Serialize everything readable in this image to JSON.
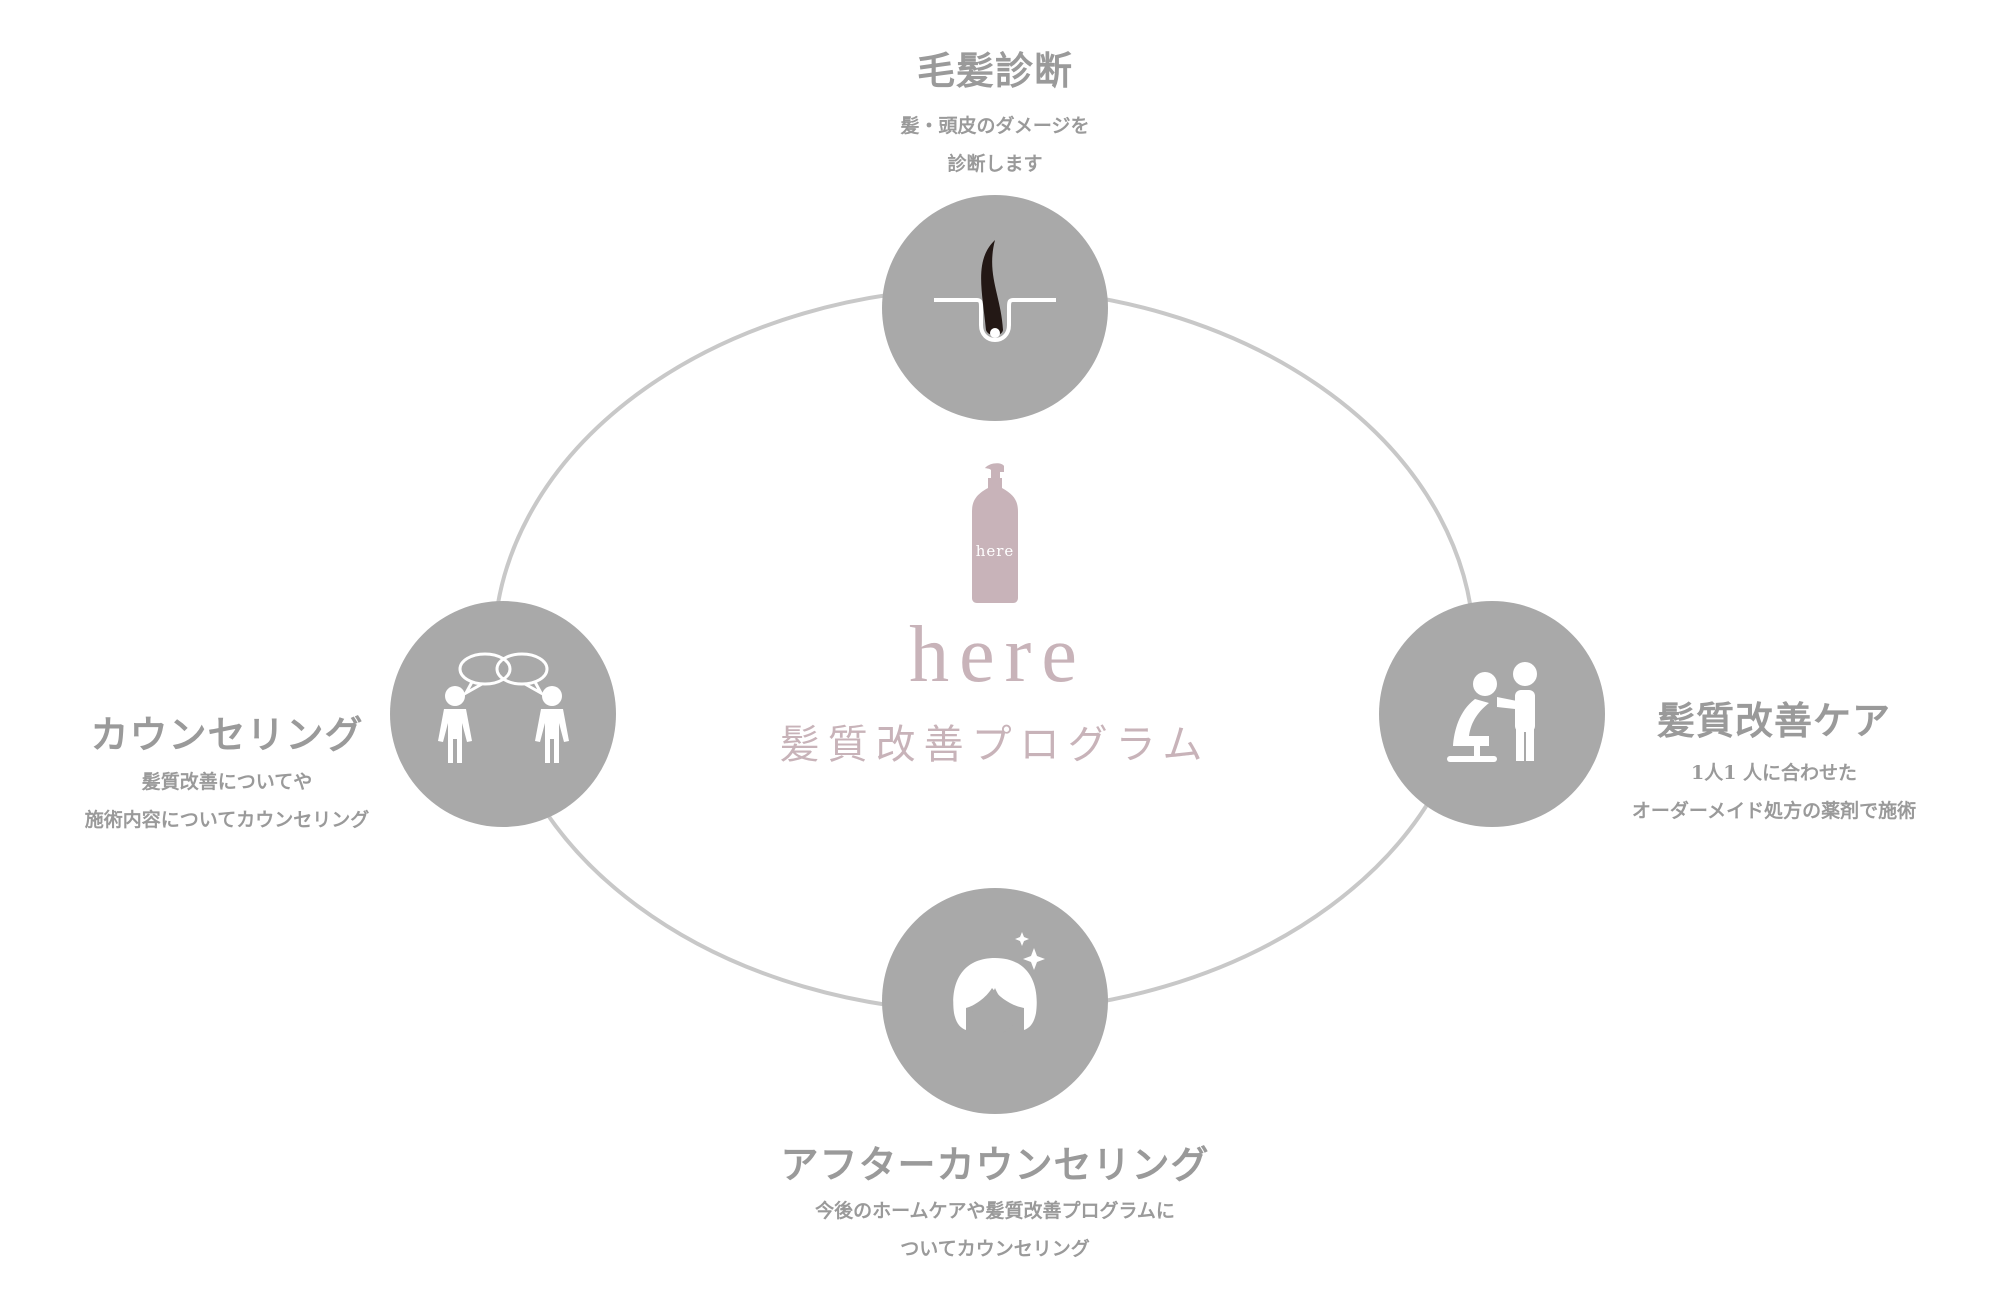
{
  "center": {
    "bottle_label": "here",
    "brand": "here",
    "program": "髪質改善プログラム",
    "brand_color": "#c8b3b9"
  },
  "steps": [
    {
      "title": "毛髪診断",
      "desc": [
        "髪・頭皮のダメージを",
        "診断します"
      ],
      "icon": "hair-follicle-icon"
    },
    {
      "title": "髪質改善ケア",
      "desc": [
        "1人1 人に合わせた",
        "オーダーメイド処方の薬剤で施術"
      ],
      "icon": "salon-treatment-icon"
    },
    {
      "title": "アフターカウンセリング",
      "desc": [
        "今後のホームケアや髪質改善プログラムに",
        "ついてカウンセリング"
      ],
      "icon": "shiny-hair-icon"
    },
    {
      "title": "カウンセリング",
      "desc": [
        "髪質改善についてや",
        "施術内容についてカウンセリング"
      ],
      "icon": "conversation-icon"
    }
  ],
  "colors": {
    "circle": "#a9a9a9",
    "ring": "#c8c8c8",
    "text": "#9a9a9a"
  }
}
